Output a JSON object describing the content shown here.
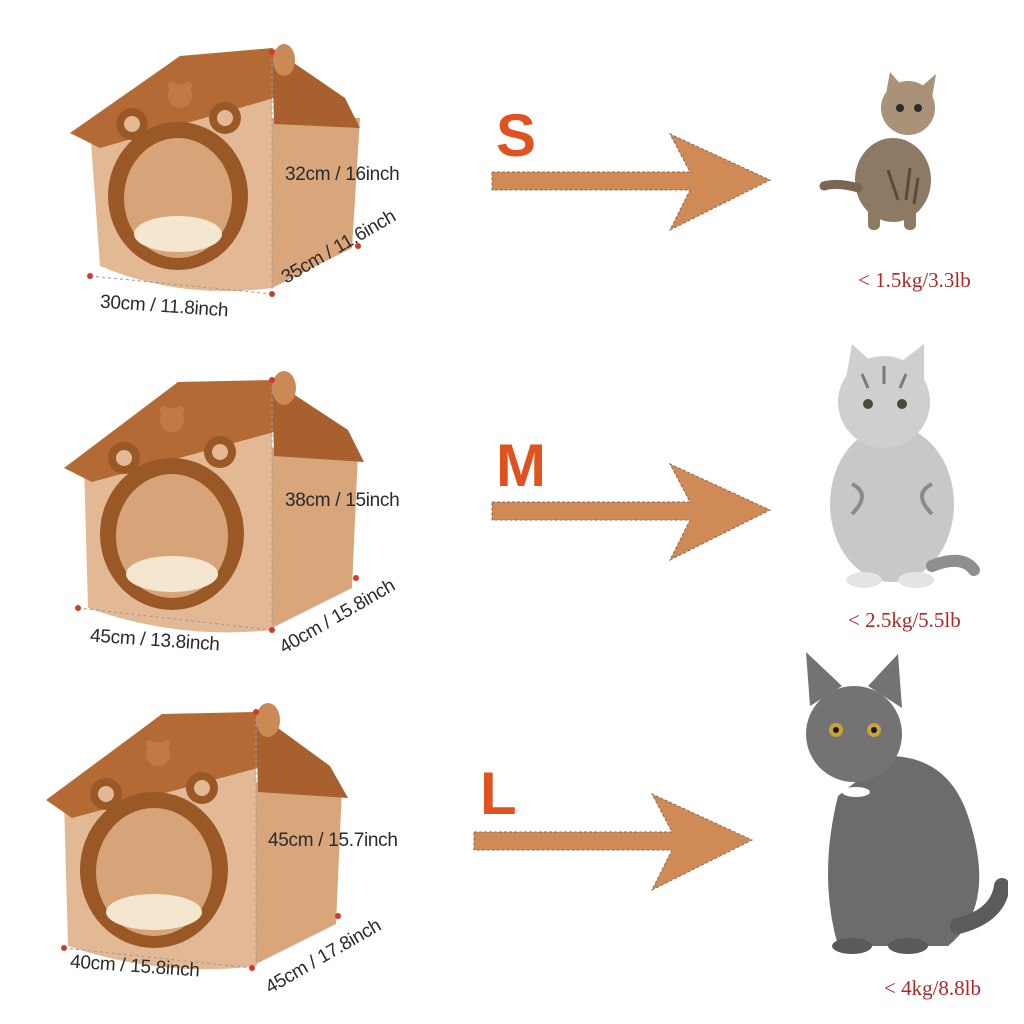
{
  "sizes": [
    {
      "letter": "S",
      "height_label": "32cm / 16inch",
      "width_label": "30cm / 11.8inch",
      "depth_label": "35cm / 11.6inch",
      "weight_label": "< 1.5kg/3.3lb",
      "cat": "tabby-kitten"
    },
    {
      "letter": "M",
      "height_label": "38cm / 15inch",
      "width_label": "45cm / 13.8inch",
      "depth_label": "40cm / 15.8inch",
      "weight_label": "< 2.5kg/5.5lb",
      "cat": "silver-tabby-cat"
    },
    {
      "letter": "L",
      "height_label": "45cm / 15.7inch",
      "width_label": "40cm / 15.8inch",
      "depth_label": "45cm / 17.8inch",
      "weight_label": "< 4kg/8.8lb",
      "cat": "grey-shorthair-cat"
    }
  ],
  "colors": {
    "size_letter": "#e0531e",
    "arrow": "#d08a55",
    "weight_text": "#b32525",
    "roof": "#b46a34",
    "house_body": "#e3b995",
    "door_fur": "#9a5826",
    "cushion": "#f4e6cf",
    "dim_dot": "#d23b2b"
  }
}
